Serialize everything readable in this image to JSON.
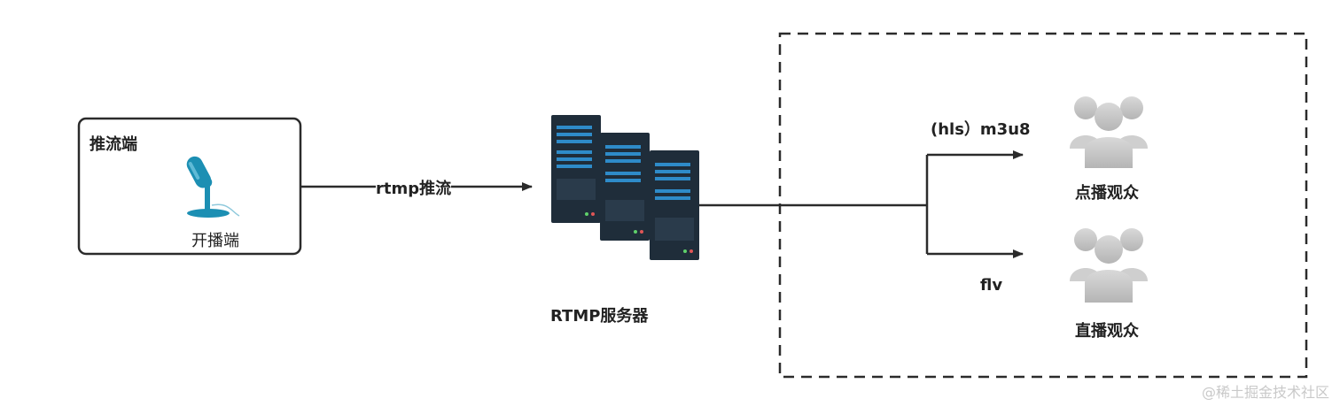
{
  "diagram": {
    "publisher": {
      "box_title": "推流端",
      "device_label": "开播端"
    },
    "push_edge": {
      "label": "rtmp推流"
    },
    "server": {
      "label": "RTMP服务器"
    },
    "distribution": {
      "upper_edge_label": "(hls）m3u8",
      "lower_edge_label": "flv"
    },
    "audiences": [
      {
        "label": "点播观众"
      },
      {
        "label": "直播观众"
      }
    ]
  },
  "watermark": "@稀土掘金技术社区",
  "colors": {
    "line": "#2b2b2b",
    "microphone": "#1c8fb3",
    "server_dark": "#1f2d3a",
    "server_panel": "#2e8bc9",
    "audience_gray": "#c8c8c8"
  },
  "icons": [
    "microphone-icon",
    "server-rack-icon",
    "audience-group-icon"
  ]
}
